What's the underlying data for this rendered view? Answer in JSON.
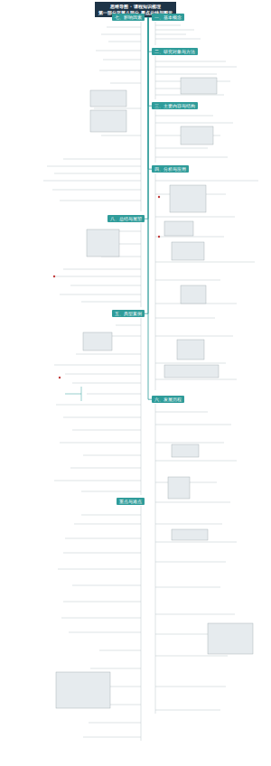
{
  "diagram": {
    "nodes": [
      {
        "text": [
          "思维导图 · 课程知识梳理",
          "第一部分至第八部分 要点总结与图示"
        ]
      },
      {
        "text": [
          "一、基本概念"
        ],
        "in": 0
      },
      {
        "text": [
          "二、研究对象与方法"
        ],
        "in": 0
      },
      {
        "text": [
          "三、主要内容与结构"
        ],
        "in": 0
      },
      {
        "text": [
          "四、分析与应用"
        ],
        "in": 0
      },
      {
        "text": [
          "五、典型案例"
        ],
        "in": 0
      },
      {
        "text": [
          "六、发展历程"
        ],
        "in": 0
      },
      {
        "text": [
          "七、影响因素"
        ],
        "in": 0
      },
      {
        "text": [
          "八、总结与展望"
        ],
        "in": 0
      },
      {
        "text": [
          "重点与难点"
        ]
      }
    ],
    "edges": [
      {
        "from": 0,
        "to": 1,
        "arrow": "none"
      },
      {
        "from": 0,
        "to": 2,
        "arrow": "none"
      },
      {
        "from": 0,
        "to": 3,
        "arrow": "none"
      },
      {
        "from": 0,
        "to": 4,
        "arrow": "none"
      },
      {
        "from": 0,
        "to": 5,
        "arrow": "none"
      },
      {
        "from": 0,
        "to": 6,
        "arrow": "none"
      },
      {
        "from": 0,
        "to": 7,
        "arrow": "none"
      },
      {
        "from": 0,
        "to": 8,
        "arrow": "none"
      }
    ]
  }
}
